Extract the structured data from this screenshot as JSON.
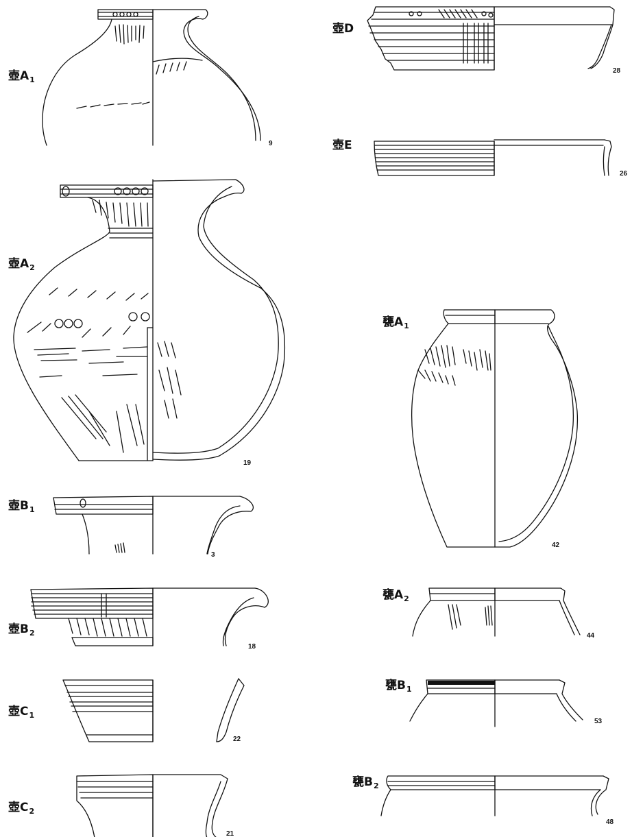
{
  "figures": [
    {
      "id": "a1",
      "type_main": "壺A",
      "type_sub": "1",
      "number": "9"
    },
    {
      "id": "a2",
      "type_main": "壺A",
      "type_sub": "2",
      "number": "19"
    },
    {
      "id": "b1",
      "type_main": "壺B",
      "type_sub": "1",
      "number": "3"
    },
    {
      "id": "b2",
      "type_main": "壺B",
      "type_sub": "2",
      "number": "18"
    },
    {
      "id": "c1",
      "type_main": "壺C",
      "type_sub": "1",
      "number": "22"
    },
    {
      "id": "c2",
      "type_main": "壺C",
      "type_sub": "2",
      "number": "21"
    },
    {
      "id": "d",
      "type_main": "壺D",
      "type_sub": "",
      "number": "28"
    },
    {
      "id": "e",
      "type_main": "壺E",
      "type_sub": "",
      "number": "26"
    },
    {
      "id": "ka1",
      "type_main": "甕A",
      "type_sub": "1",
      "number": "42"
    },
    {
      "id": "ka2",
      "type_main": "甕A",
      "type_sub": "2",
      "number": "44"
    },
    {
      "id": "kb1",
      "type_main": "甕B",
      "type_sub": "1",
      "number": "53"
    },
    {
      "id": "kb2",
      "type_main": "甕B",
      "type_sub": "2",
      "number": "48"
    }
  ],
  "colors": {
    "ink": "#111111",
    "paper": "#ffffff"
  }
}
